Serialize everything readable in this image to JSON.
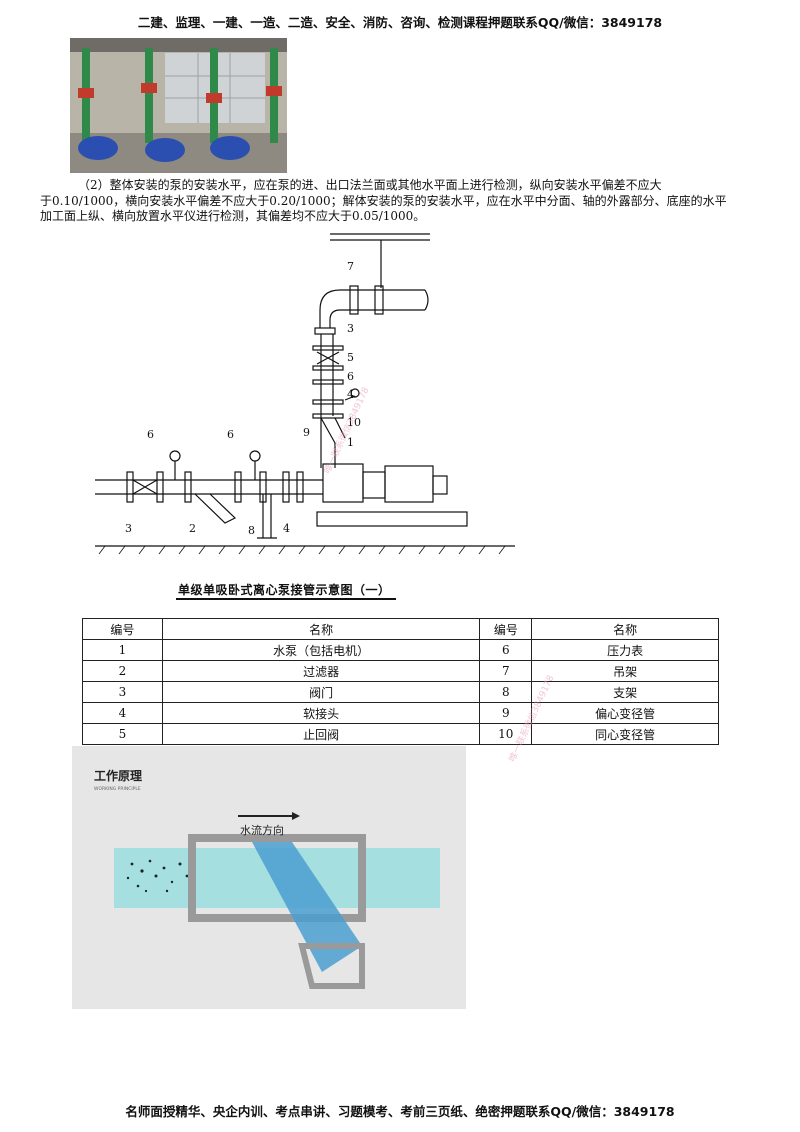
{
  "header_text": "二建、监理、一建、一造、二造、安全、消防、咨询、检测课程押题联系QQ/微信：3849178",
  "footer_text": "名师面授精华、央企内训、考点串讲、习题模考、考前三页纸、绝密押题联系QQ/微信：3849178",
  "paragraph": {
    "line1": "（2）整体安装的泵的安装水平，应在泵的进、出口法兰面或其他水平面上进行检测，纵向安装水平偏差不应大",
    "line2": "于0.10/1000，横向安装水平偏差不应大于0.20/1000；解体安装的泵的安装水平，应在水平中分面、轴的外露部分、底座的水平",
    "line3": "加工面上纵、横向放置水平仪进行检测，其偏差均不应大于0.05/1000。"
  },
  "diagram": {
    "caption": "单级单吸卧式离心泵接管示意图（一）",
    "labels": [
      "7",
      "3",
      "5",
      "6",
      "4",
      "10",
      "1",
      "6",
      "6",
      "9",
      "3",
      "2",
      "8",
      "4"
    ]
  },
  "table": {
    "headers": [
      "编号",
      "名称",
      "编号",
      "名称"
    ],
    "rows": [
      [
        "1",
        "水泵（包括电机）",
        "6",
        "压力表"
      ],
      [
        "2",
        "过滤器",
        "7",
        "吊架"
      ],
      [
        "3",
        "阀门",
        "8",
        "支架"
      ],
      [
        "4",
        "软接头",
        "9",
        "偏心变径管"
      ],
      [
        "5",
        "止回阀",
        "10",
        "同心变径管"
      ]
    ]
  },
  "working_principle": {
    "title": "工作原理",
    "subtitle": "WORKING PRINCIPLE",
    "flow_label": "水流方向"
  },
  "watermark": "唯一联系微信3849178",
  "colors": {
    "water": "#a6dfe0",
    "panel": "#e6e6e6",
    "mesh": "#4a9fd0"
  }
}
